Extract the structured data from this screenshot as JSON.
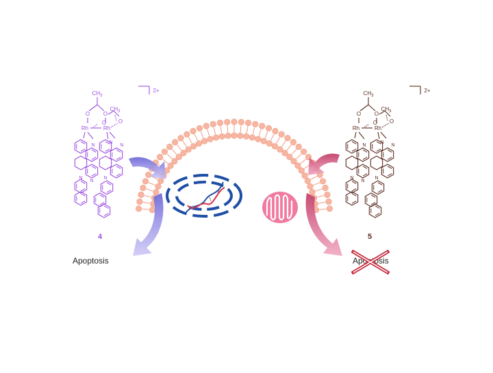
{
  "compounds": [
    {
      "id": "left",
      "number": "4",
      "charge": "2+",
      "color": "#9b4fe0",
      "atoms": {
        "metal": "Rh",
        "oxygen": "O",
        "nitrogen": "N",
        "methyl": "CH3"
      },
      "outcome": "Apoptosis",
      "outcome_blocked": false
    },
    {
      "id": "right",
      "number": "5",
      "charge": "2+",
      "color": "#5a2b20",
      "atoms": {
        "metal": "Rh",
        "oxygen": "O",
        "nitrogen": "N",
        "methyl": "CH3"
      },
      "outcome": "Apoptosis",
      "outcome_blocked": true
    }
  ],
  "colors": {
    "membrane": "#f6b6a2",
    "membrane_edge": "#f09a82",
    "nucleus": "#1f4ea6",
    "dna_a": "#1f4ea6",
    "dna_b": "#d8304a",
    "mitochondrion": "#f07aa0",
    "mitochondrion_inner": "#ffffff",
    "arrow_left": "#8a7fe0",
    "arrow_right": "#d9507e",
    "cross": "#c42a3c",
    "text": "#222222"
  }
}
